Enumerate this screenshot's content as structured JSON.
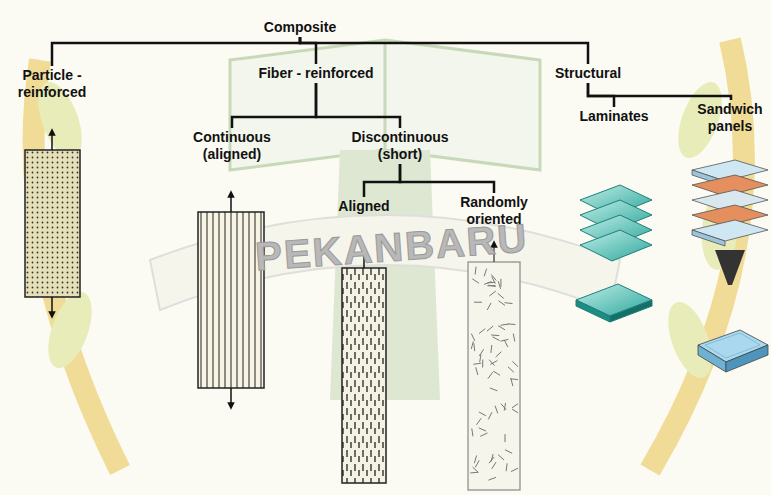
{
  "diagram": {
    "nodes": [
      {
        "text": [
          "Composite"
        ]
      },
      {
        "text": [
          "Particle - reinforced"
        ]
      },
      {
        "text": [
          "Fiber - reinforced"
        ]
      },
      {
        "text": [
          "Structural"
        ]
      },
      {
        "text": [
          "Continuous (aligned)"
        ]
      },
      {
        "text": [
          "Discontinuous (short)"
        ]
      },
      {
        "text": [
          "Laminates"
        ]
      },
      {
        "text": [
          "Sandwich panels"
        ]
      },
      {
        "text": [
          "Aligned"
        ]
      },
      {
        "text": [
          "Randomly oriented"
        ]
      }
    ],
    "edges": [
      {
        "from": 0,
        "to": 1,
        "arrow": "none"
      },
      {
        "from": 0,
        "to": 2,
        "arrow": "none"
      },
      {
        "from": 0,
        "to": 3,
        "arrow": "none"
      },
      {
        "from": 2,
        "to": 4,
        "arrow": "none"
      },
      {
        "from": 2,
        "to": 5,
        "arrow": "none"
      },
      {
        "from": 3,
        "to": 6,
        "arrow": "none"
      },
      {
        "from": 3,
        "to": 7,
        "arrow": "none"
      },
      {
        "from": 5,
        "to": 8,
        "arrow": "none"
      },
      {
        "from": 5,
        "to": 9,
        "arrow": "none"
      }
    ],
    "labels": [
      "PEKANBARU"
    ]
  }
}
